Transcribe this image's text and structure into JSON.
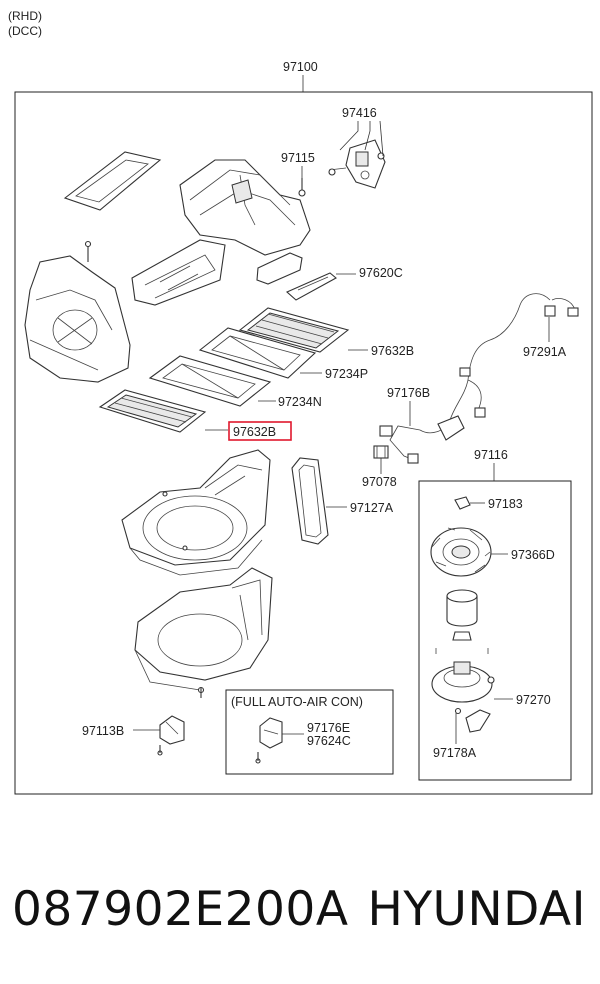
{
  "header": {
    "line1": "(RHD)",
    "line2": "(DCC)"
  },
  "assembly_number": "97100",
  "labels": {
    "p97416": "97416",
    "p97115": "97115",
    "p97620C": "97620C",
    "p97632B_top": "97632B",
    "p97234P": "97234P",
    "p97234N": "97234N",
    "p97632B_hl": "97632B",
    "p97291A": "97291A",
    "p97176B": "97176B",
    "p97078": "97078",
    "p97127A": "97127A",
    "p97116": "97116",
    "p97183": "97183",
    "p97366D": "97366D",
    "p97270": "97270",
    "p97178A": "97178A",
    "p97113B": "97113B",
    "p97176E": "97176E",
    "p97624C": "97624C"
  },
  "subbox_title": "(FULL AUTO-AIR CON)",
  "highlight_color": "#e0182d",
  "footer": {
    "part_number": "087902E200A",
    "brand": "HYUNDAI"
  }
}
